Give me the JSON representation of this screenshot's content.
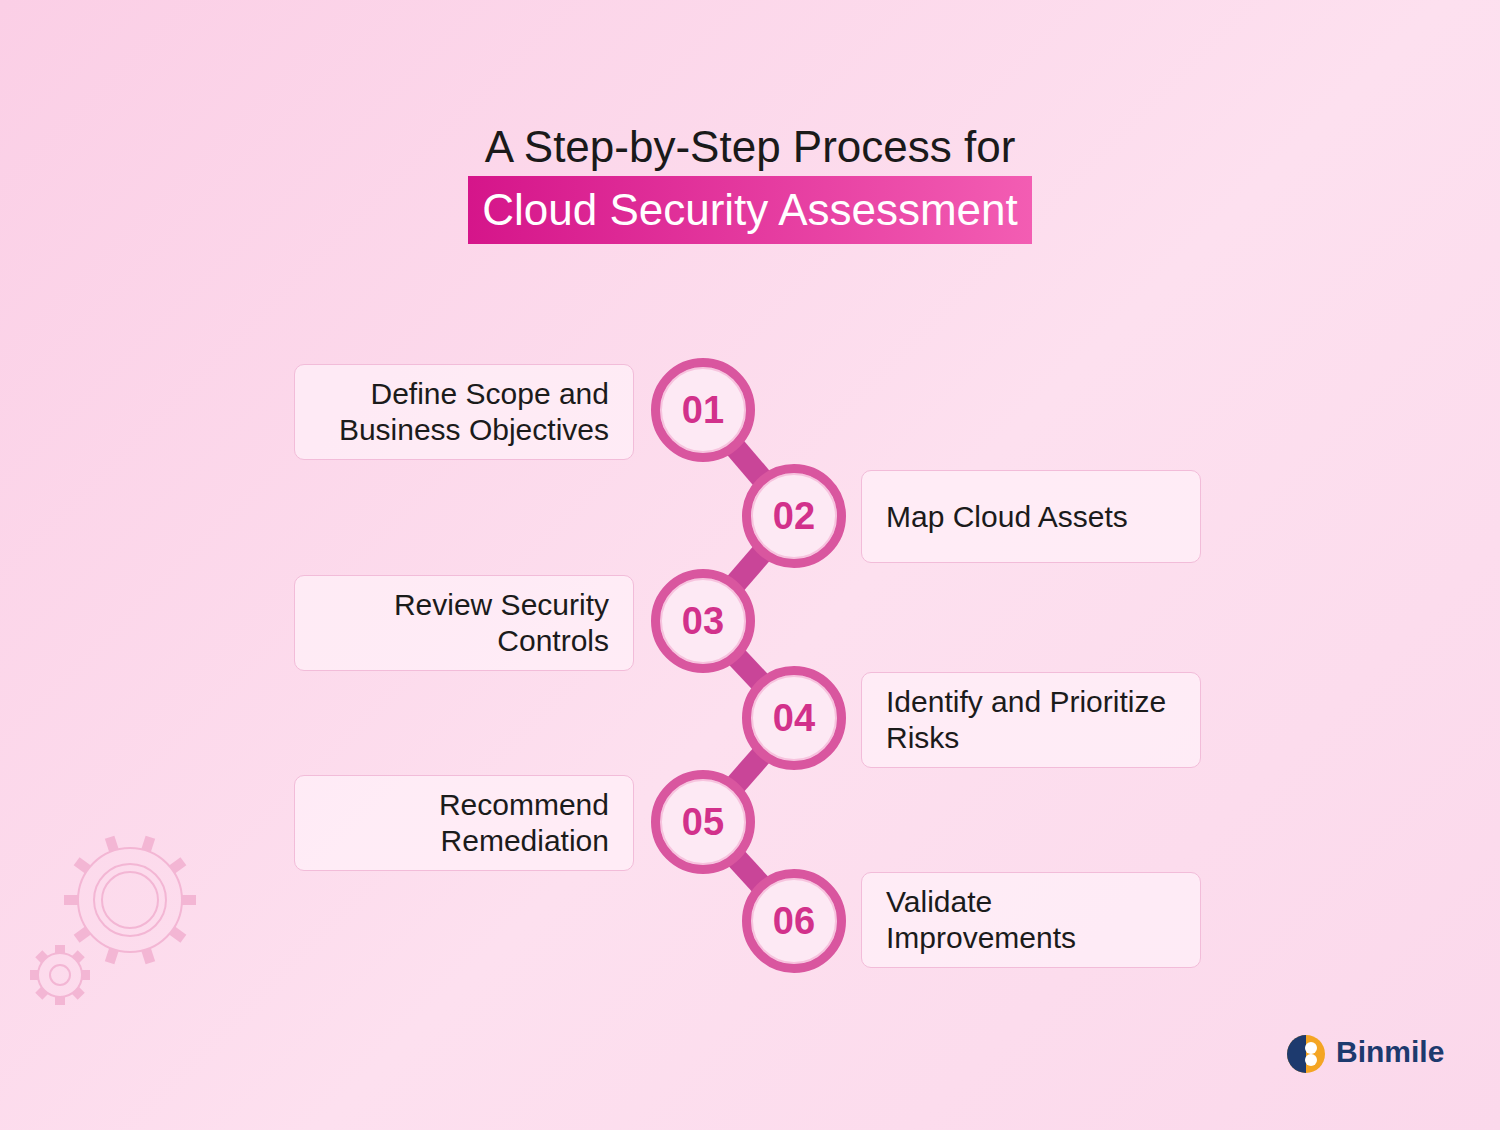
{
  "diagram": {
    "title": "A Step-by-Step Process for",
    "nodes": [
      {
        "text": [
          "01"
        ]
      },
      {
        "text": [
          "Define Scope and Business Objectives"
        ]
      },
      {
        "text": [
          "02"
        ]
      },
      {
        "text": [
          "Map Cloud Assets"
        ]
      },
      {
        "text": [
          "03"
        ]
      },
      {
        "text": [
          "Review Security Controls"
        ]
      },
      {
        "text": [
          "04"
        ]
      },
      {
        "text": [
          "Identify and Prioritize Risks"
        ]
      },
      {
        "text": [
          "05"
        ]
      },
      {
        "text": [
          "Recommend Remediation"
        ]
      },
      {
        "text": [
          "06"
        ]
      },
      {
        "text": [
          "Validate Improvements"
        ]
      }
    ],
    "edges": [
      {
        "from": 0,
        "to": 2,
        "arrow": "none"
      },
      {
        "from": 2,
        "to": 4,
        "arrow": "none"
      },
      {
        "from": 4,
        "to": 6,
        "arrow": "none"
      },
      {
        "from": 6,
        "to": 8,
        "arrow": "none"
      },
      {
        "from": 8,
        "to": 10,
        "arrow": "none"
      }
    ],
    "labels": [
      "Cloud Security Assessment",
      "Binmile"
    ]
  }
}
